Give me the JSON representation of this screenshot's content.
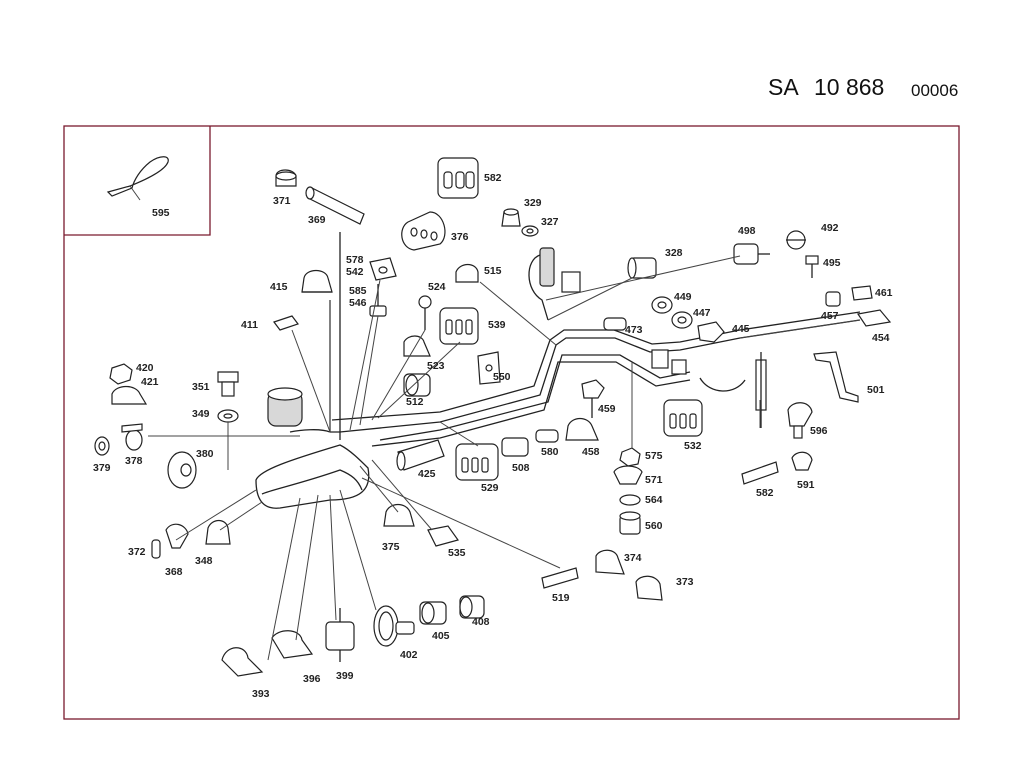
{
  "header": {
    "prefix": "SA",
    "number": "10 868",
    "code": "00006"
  },
  "inset_label": "595",
  "labels": {
    "p371": "371",
    "p369": "369",
    "p582a": "582",
    "p329": "329",
    "p327": "327",
    "p376": "376",
    "p578": "578",
    "p542": "542",
    "p585": "585",
    "p546": "546",
    "p524": "524",
    "p515": "515",
    "p415": "415",
    "p411": "411",
    "p539": "539",
    "p523": "523",
    "p550": "550",
    "p512": "512",
    "p420": "420",
    "p421": "421",
    "p351": "351",
    "p349": "349",
    "p380": "380",
    "p379": "379",
    "p378": "378",
    "p328": "328",
    "p498": "498",
    "p492": "492",
    "p495": "495",
    "p449": "449",
    "p447": "447",
    "p473": "473",
    "p445": "445",
    "p461": "461",
    "p457": "457",
    "p454": "454",
    "p501": "501",
    "p459": "459",
    "p458": "458",
    "p580": "580",
    "p532": "532",
    "p575": "575",
    "p571": "571",
    "p564": "564",
    "p560": "560",
    "p596": "596",
    "p582b": "582",
    "p591": "591",
    "p425": "425",
    "p529": "529",
    "p508": "508",
    "p375": "375",
    "p535": "535",
    "p372": "372",
    "p368": "368",
    "p348": "348",
    "p374": "374",
    "p373": "373",
    "p519": "519",
    "p405": "405",
    "p408": "408",
    "p402": "402",
    "p393": "393",
    "p396": "396",
    "p399": "399"
  }
}
